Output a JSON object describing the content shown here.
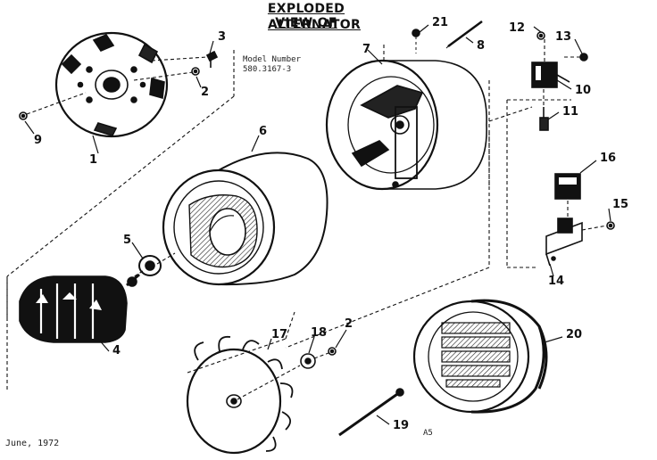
{
  "title_line1": "EXPLODED VIEW OF",
  "title_line2": "ALTERNATOR",
  "model_label": "Model Number",
  "model_number": "580.3167-3",
  "date": "June, 1972",
  "sheet_code": "A5",
  "callouts": [
    "1",
    "2",
    "3",
    "9",
    "21",
    "8",
    "7",
    "12",
    "13",
    "10",
    "11",
    "6",
    "5",
    "4",
    "16",
    "15",
    "14",
    "17",
    "18",
    "2",
    "20",
    "19"
  ]
}
